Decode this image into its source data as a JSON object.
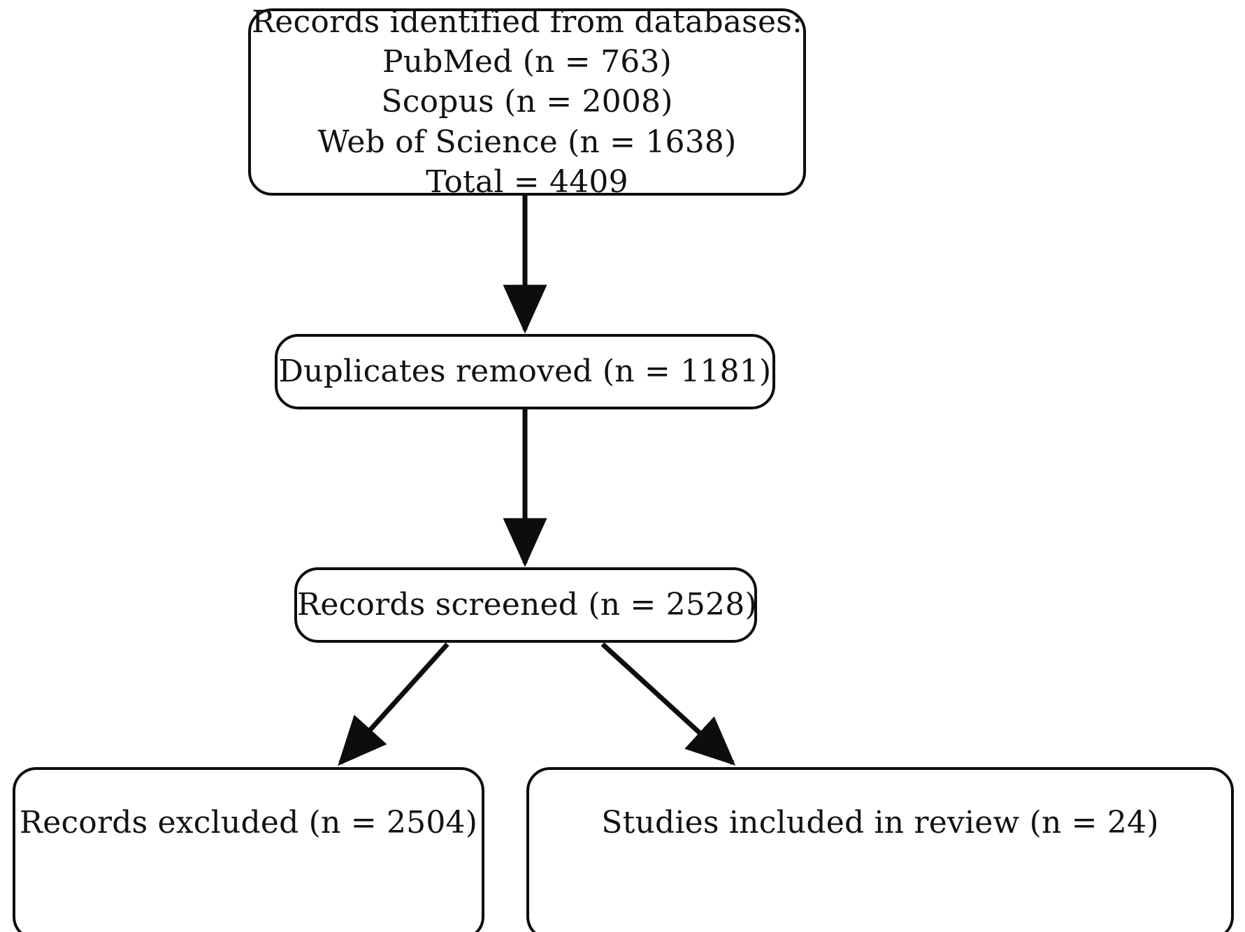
{
  "diagram": {
    "type": "prisma-flow-diagram",
    "title": "PRISMA study selection flow diagram",
    "style": {
      "box_fill": "#ffffff",
      "box_stroke": "#0d0d0d",
      "text_color": "#111111",
      "arrow_color": "#0d0d0d",
      "background": "#ffffff"
    },
    "nodes": {
      "identified": {
        "id": "records-identified",
        "lines": [
          "Records identified from databases:",
          "PubMed (n = 763)",
          "Scopus (n = 2008)",
          "Web of Science (n = 1638)",
          "Total = 4409"
        ],
        "sources": [
          {
            "name": "PubMed",
            "n": 763
          },
          {
            "name": "Scopus",
            "n": 2008
          },
          {
            "name": "Web of Science",
            "n": 1638
          }
        ],
        "total": 4409
      },
      "duplicates": {
        "id": "duplicates-removed",
        "lines": [
          "Duplicates removed (n = 1181)"
        ],
        "n": 1181
      },
      "screened": {
        "id": "records-screened",
        "lines": [
          "Records screened (n = 2528)"
        ],
        "n": 2528
      },
      "excluded": {
        "id": "records-excluded",
        "lines": [
          "Records excluded (n = 2504)"
        ],
        "n": 2504
      },
      "included": {
        "id": "studies-included",
        "lines": [
          "Studies included in review (n = 24)"
        ],
        "n": 24
      }
    },
    "edges": [
      {
        "from": "records-identified",
        "to": "duplicates-removed",
        "kind": "vertical-arrow"
      },
      {
        "from": "duplicates-removed",
        "to": "records-screened",
        "kind": "vertical-arrow"
      },
      {
        "from": "records-screened",
        "to": "records-excluded",
        "kind": "diagonal-arrow"
      },
      {
        "from": "records-screened",
        "to": "studies-included",
        "kind": "diagonal-arrow"
      }
    ]
  }
}
